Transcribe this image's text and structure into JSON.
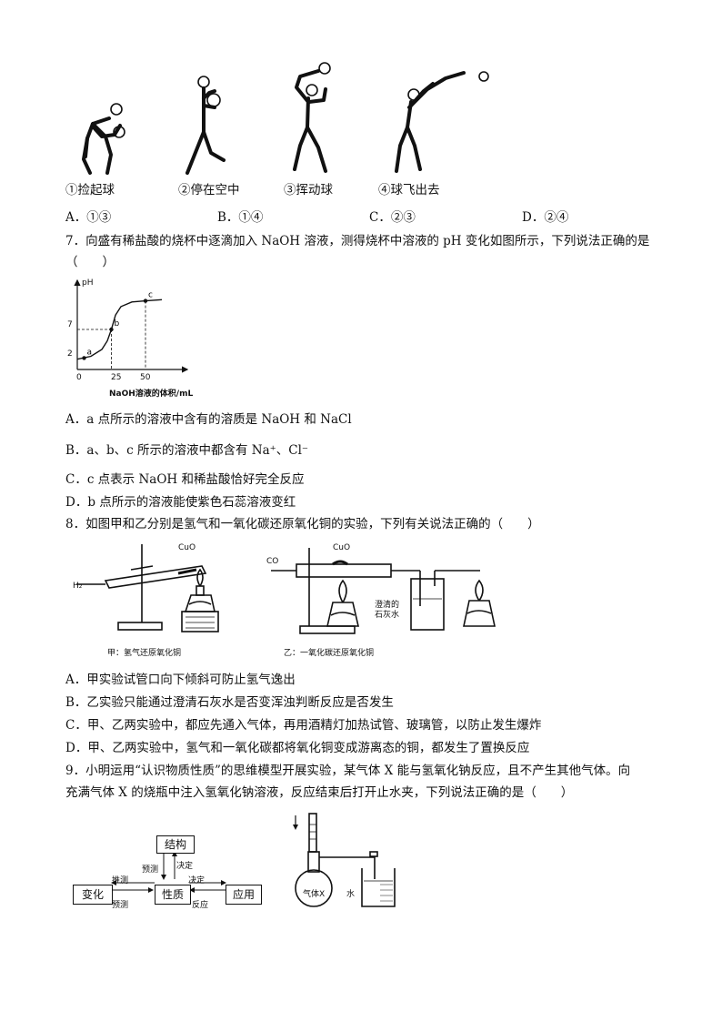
{
  "figures6": {
    "captions": [
      "①捡起球",
      "②停在空中",
      "③挥动球",
      "④球飞出去"
    ]
  },
  "q6": {
    "options": [
      "A．①③",
      "B．①④",
      "C．②③",
      "D．②④"
    ]
  },
  "q7": {
    "stem": "7．向盛有稀盐酸的烧杯中逐滴加入 NaOH 溶液，测得烧杯中溶液的 pH 变化如图所示，下列说法正确的是",
    "paren": "（　　）",
    "options": [
      "A．a 点所示的溶液中含有的溶质是 NaOH 和 NaCl",
      "B．a、b、c 所示的溶液中都含有 Na⁺、Cl⁻",
      "C．c 点表示 NaOH 和稀盐酸恰好完全反应",
      "D．b 点所示的溶液能使紫色石蕊溶液变红"
    ]
  },
  "chart_data": {
    "type": "line",
    "xlabel": "NaOH溶液的体积/mL",
    "ylabel": "pH",
    "x_ticks": [
      "0",
      "25",
      "50"
    ],
    "y_ticks": [
      "2",
      "7"
    ],
    "points": [
      {
        "label": "a",
        "x": 5,
        "y": 2
      },
      {
        "label": "b",
        "x": 25,
        "y": 7
      },
      {
        "label": "c",
        "x": 50,
        "y": 12
      }
    ],
    "curve": [
      [
        0,
        1.8
      ],
      [
        10,
        2.3
      ],
      [
        18,
        3.5
      ],
      [
        22,
        5
      ],
      [
        25,
        7
      ],
      [
        28,
        9.5
      ],
      [
        32,
        11
      ],
      [
        40,
        11.8
      ],
      [
        50,
        12
      ],
      [
        62,
        12.2
      ]
    ],
    "xlim": [
      0,
      70
    ],
    "ylim": [
      0,
      14
    ]
  },
  "q8": {
    "stem": "8．如图甲和乙分别是氢气和一氧化碳还原氧化铜的实验，下列有关说法正确的（　　）",
    "labels": {
      "cuo1": "CuO",
      "cuo2": "CuO",
      "h2": "H₂",
      "co": "CO",
      "limewater": "澄清的\n石灰水",
      "cap1": "甲：氢气还原氧化铜",
      "cap2": "乙：一氧化碳还原氧化铜"
    },
    "options": [
      "A．甲实验试管口向下倾斜可防止氢气逸出",
      "B．乙实验只能通过澄清石灰水是否变浑浊判断反应是否发生",
      "C．甲、乙两实验中，都应先通入气体，再用酒精灯加热试管、玻璃管，以防止发生爆炸",
      "D．甲、乙两实验中，氢气和一氧化碳都将氧化铜变成游离态的铜，都发生了置换反应"
    ]
  },
  "q9": {
    "line1": "9．小明运用“认识物质性质”的思维模型开展实验，某气体 X 能与氢氧化钠反应，且不产生其他气体。向",
    "line2": "充满气体 X 的烧瓶中注入氢氧化钠溶液，反应结束后打开止水夹，下列说法正确的是（　　）",
    "diagram": {
      "structure": "结构",
      "change": "变化",
      "property": "性质",
      "application": "应用",
      "infer1": "推测",
      "predict1": "预测",
      "decide1": "决定",
      "predict2": "预测",
      "decide2": "决定",
      "reflect": "反应",
      "gas": "气体X",
      "water": "水"
    }
  }
}
